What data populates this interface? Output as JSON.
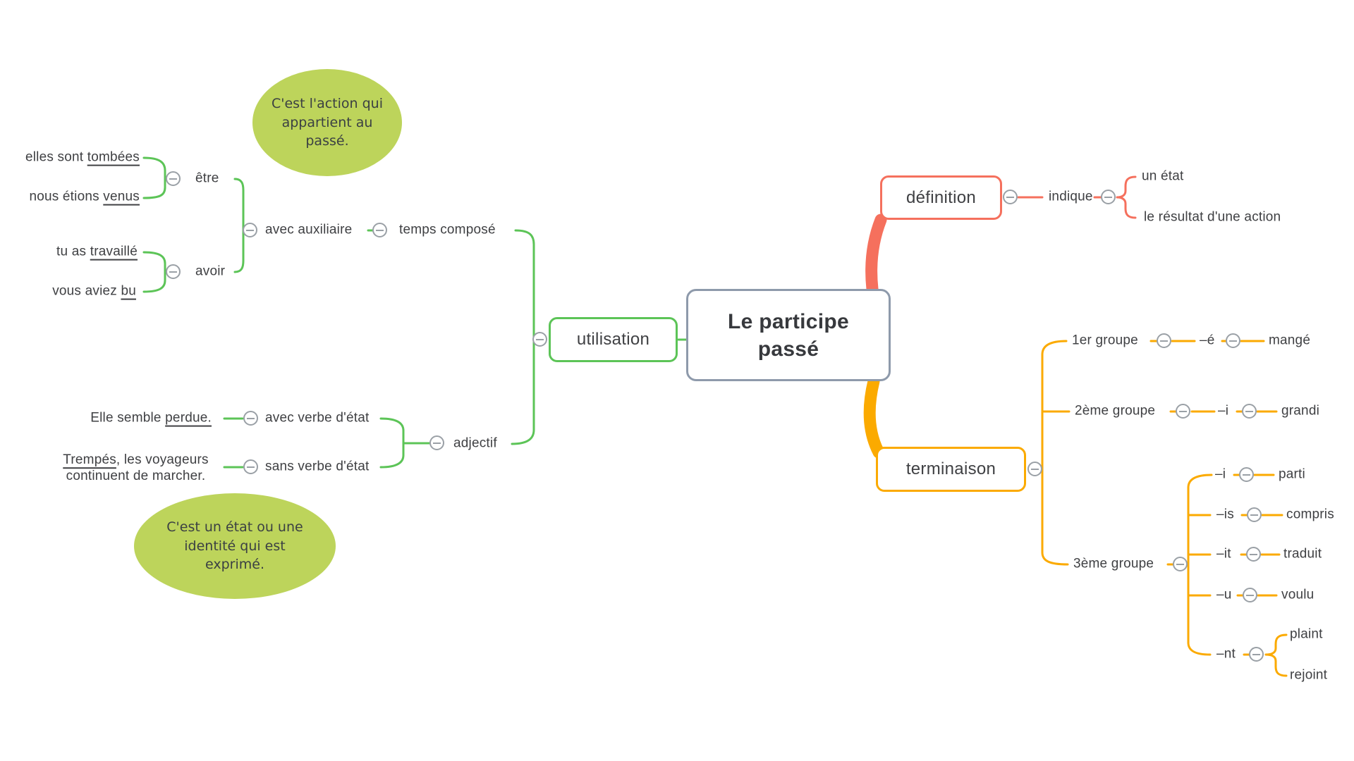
{
  "colors": {
    "green": "#5cc457",
    "salmon": "#f5705d",
    "orange": "#fbaa00",
    "lime_note": "#bdd45b",
    "central_border": "#8e9aab",
    "icon_gray": "#9aa0a6",
    "text": "#3f4043"
  },
  "central": {
    "title": "Le participe passé"
  },
  "notes": {
    "past_action": "C'est l'action qui appartient au passé.",
    "state_identity": "C'est un état ou une identité qui est exprimé."
  },
  "definition": {
    "label": "définition",
    "indique": "indique",
    "un_etat": "un état",
    "resultat": "le résultat d'une action"
  },
  "terminaison": {
    "label": "terminaison",
    "g1": {
      "label": "1er groupe",
      "ending": "–é",
      "example": "mangé"
    },
    "g2": {
      "label": "2ème groupe",
      "ending": "–i",
      "example": "grandi"
    },
    "g3": {
      "label": "3ème groupe",
      "r1": {
        "ending": "–i",
        "example": "parti"
      },
      "r2": {
        "ending": "–is",
        "example": "compris"
      },
      "r3": {
        "ending": "–it",
        "example": "traduit"
      },
      "r4": {
        "ending": "–u",
        "example": "voulu"
      },
      "r5": {
        "ending": "–nt",
        "examples": [
          "plaint",
          "rejoint"
        ]
      }
    }
  },
  "utilisation": {
    "label": "utilisation",
    "temps_compose": "temps composé",
    "avec_auxiliaire": "avec auxiliaire",
    "etre": {
      "label": "être",
      "ex1": {
        "pre": "elles sont ",
        "u": "tombées"
      },
      "ex2": {
        "pre": "nous étions ",
        "u": "venus"
      }
    },
    "avoir": {
      "label": "avoir",
      "ex1": {
        "pre": "tu as ",
        "u": "travaillé"
      },
      "ex2": {
        "pre": "vous aviez ",
        "u": "bu"
      }
    },
    "adjectif": "adjectif",
    "avec_verbe": {
      "label": "avec verbe d'état",
      "ex": {
        "pre": "Elle semble ",
        "u": "perdue."
      }
    },
    "sans_verbe": {
      "label": "sans verbe d'état",
      "ex": {
        "u": "Trempés",
        "post": ", les voyageurs continuent de marcher."
      }
    }
  }
}
